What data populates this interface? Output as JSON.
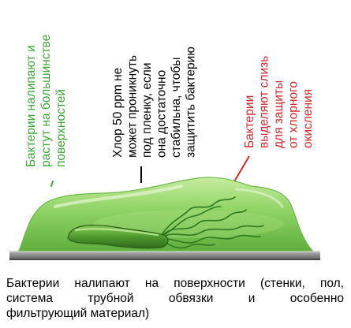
{
  "labels": {
    "green": {
      "lines": [
        "Бактерии налипают и",
        "растут на большинстве",
        "поверхностей"
      ],
      "color": "#3aaa35"
    },
    "black": {
      "lines": [
        "Хлор 50 ppm не",
        "может проникнуть",
        "под пленку, если",
        "она достаточно",
        "стабильна, чтобы",
        "защитить бактерию"
      ],
      "color": "#000000"
    },
    "red": {
      "lines": [
        "Бактерии",
        "выделяют слизь",
        "для защиты",
        "от хлорного",
        "окисления"
      ],
      "color": "#d7262c"
    }
  },
  "caption": {
    "lines": [
      "Бактерии налипают на поверхности (стенки, пол,",
      "система трубной обвязки и особенно",
      "фильтрующий материал)"
    ]
  },
  "colors": {
    "biofilm": "#7ecb58",
    "bacterium": "#4a8a2c",
    "surface": "#8a8a8a",
    "surface_edge": "#4a4a4a"
  }
}
